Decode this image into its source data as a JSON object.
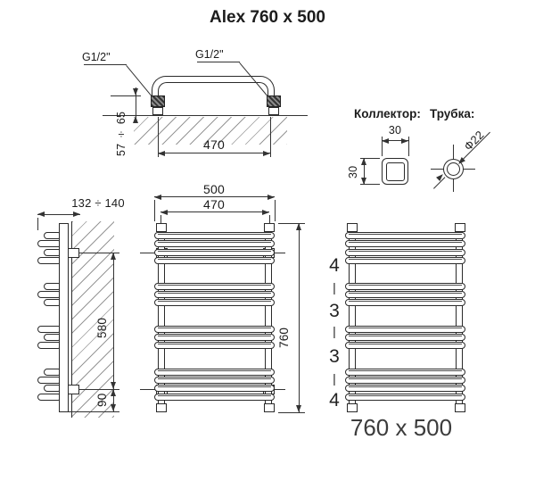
{
  "title": "Alex 760 x 500",
  "top_view": {
    "left_thread": "G1/2\"",
    "right_thread": "G1/2\"",
    "depth_dim": "57 ÷ 65",
    "width_dim": "470"
  },
  "collector": {
    "heading": "Коллектор:",
    "width_dim": "30",
    "height_dim": "30"
  },
  "tube": {
    "heading": "Трубка:",
    "diameter_dim": "Ф22"
  },
  "side_view": {
    "wall_distance_dim": "132 ÷ 140",
    "bracket_span_dim": "580",
    "bottom_offset_dim": "90"
  },
  "front_view": {
    "width_dim": "500",
    "collector_spacing_dim": "470",
    "height_dim": "760"
  },
  "pattern_view": {
    "groups": [
      "4",
      "|",
      "3",
      "|",
      "3",
      "|",
      "4"
    ],
    "caption": "760 x 500"
  }
}
